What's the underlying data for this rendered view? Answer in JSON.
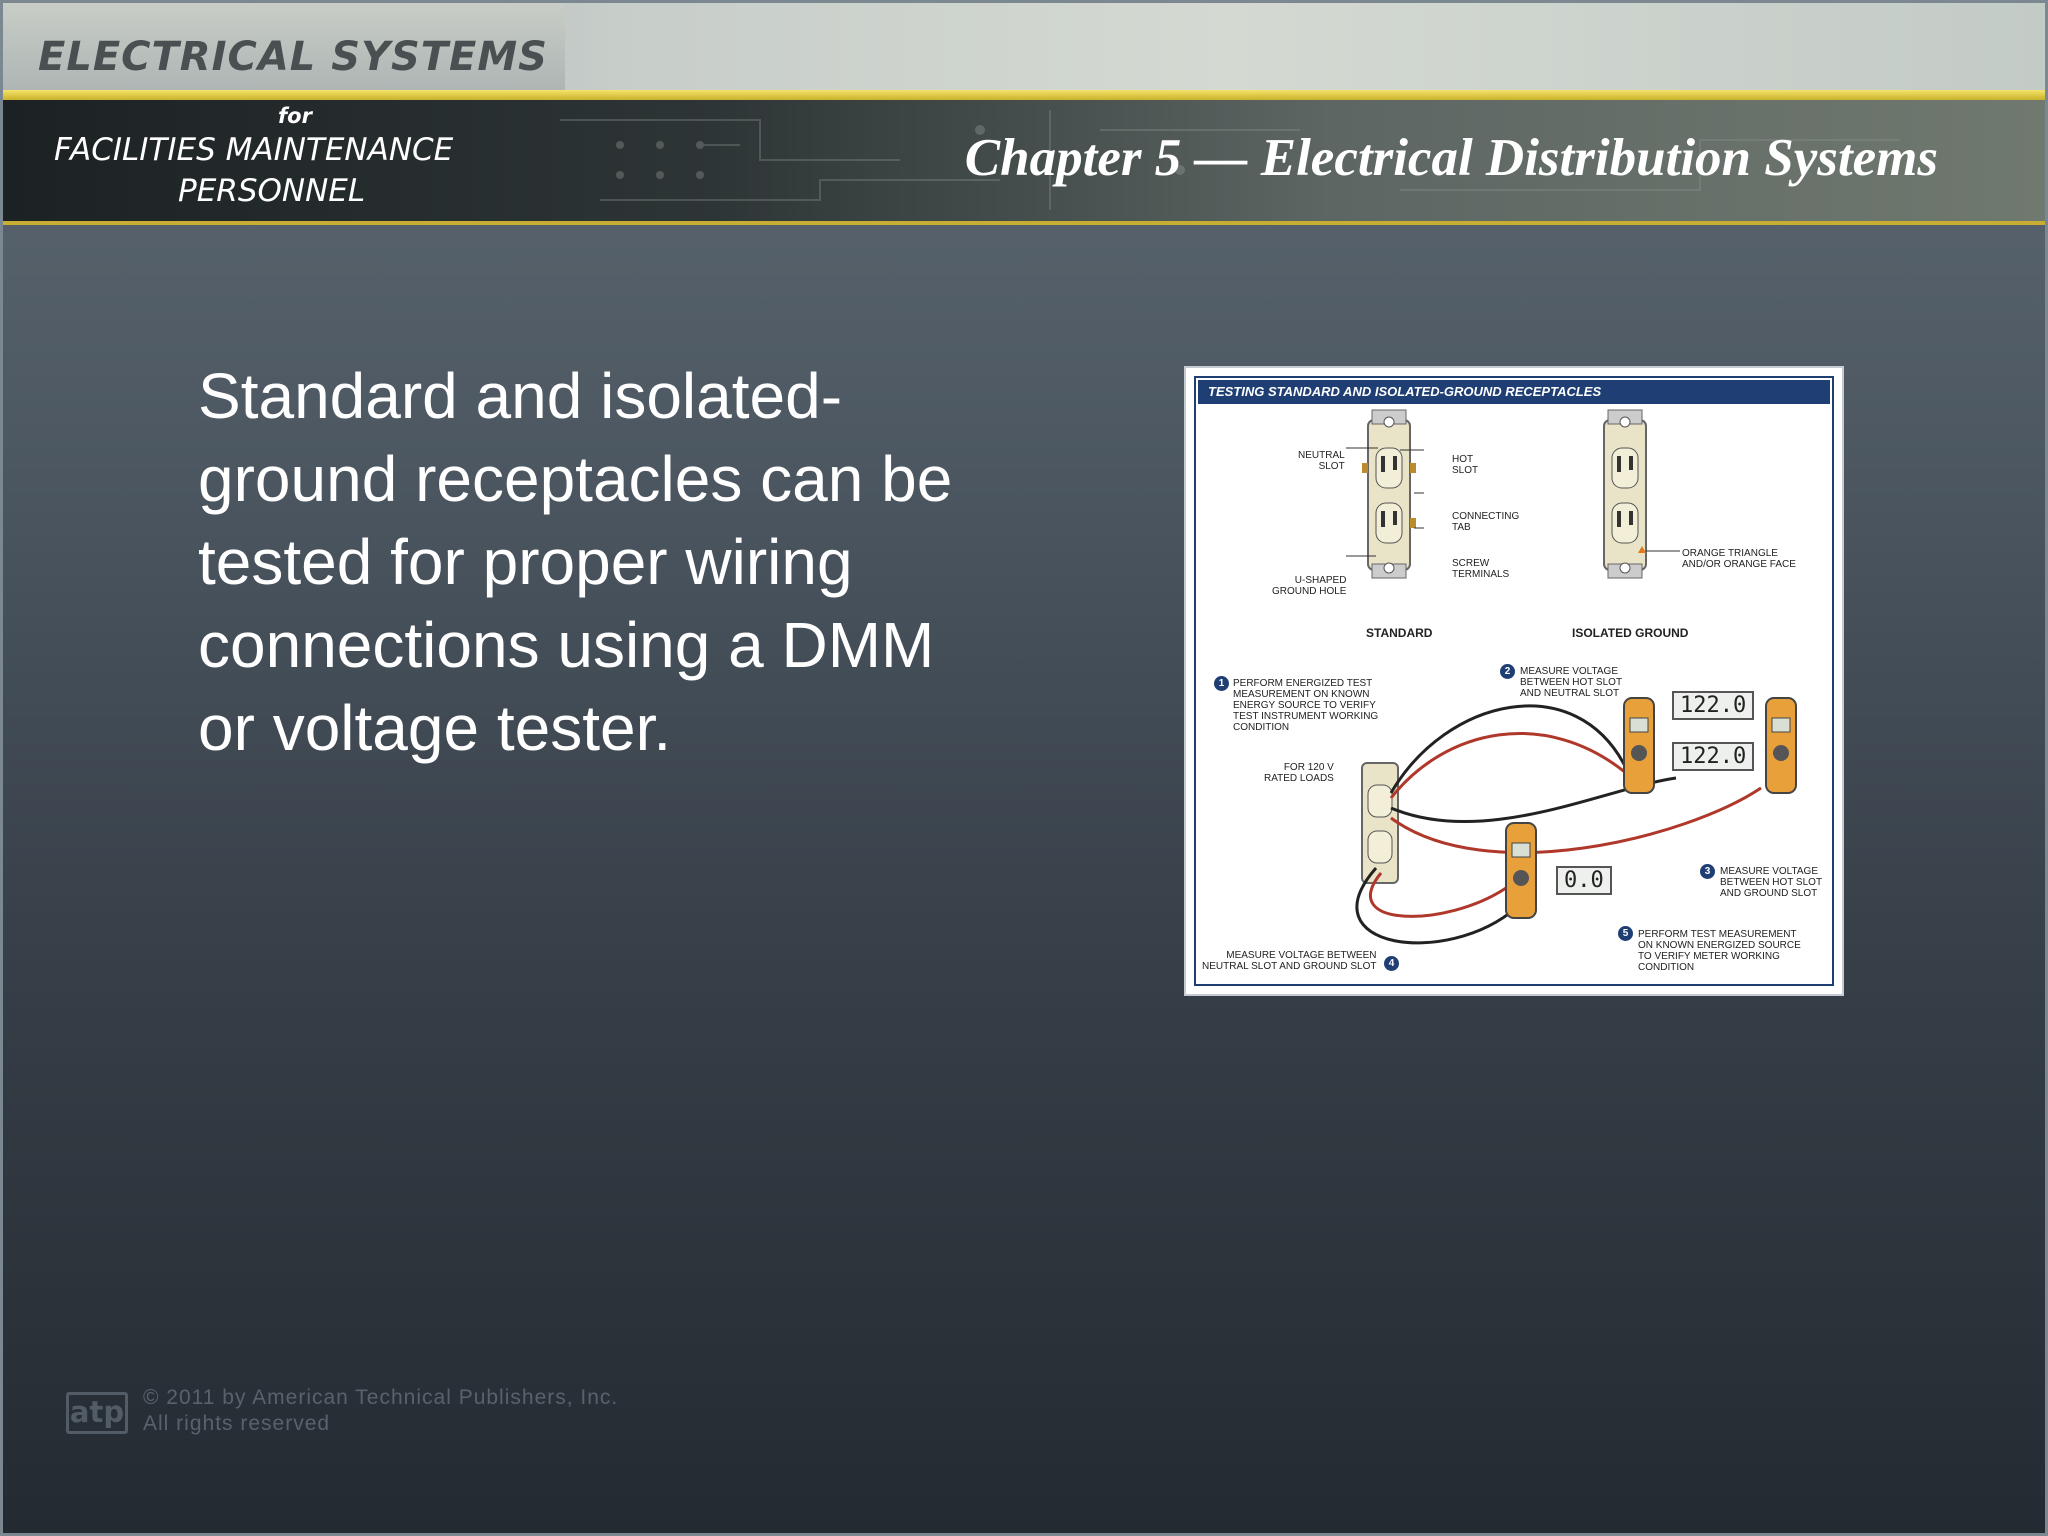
{
  "header": {
    "logo_title": "ELECTRICAL SYSTEMS",
    "logo_for": "for",
    "logo_line2": "FACILITIES MAINTENANCE",
    "logo_line3": "PERSONNEL",
    "chapter_title": "Chapter 5 — Electrical Distribution Systems"
  },
  "main": {
    "body_text": "Standard and isolated-ground receptacles can be tested for proper wiring connections using a DMM or voltage tester."
  },
  "figure": {
    "title": "TESTING STANDARD AND ISOLATED-GROUND RECEPTACLES",
    "labels": {
      "neutral_slot": "NEUTRAL\nSLOT",
      "hot_slot": "HOT\nSLOT",
      "connecting_tab": "CONNECTING\nTAB",
      "screw_terminals": "SCREW\nTERMINALS",
      "u_shaped": "U-SHAPED\nGROUND HOLE",
      "orange_triangle": "ORANGE TRIANGLE\nAND/OR ORANGE FACE",
      "standard": "STANDARD",
      "isolated_ground": "ISOLATED GROUND",
      "step1": "PERFORM ENERGIZED TEST\nMEASUREMENT ON KNOWN\nENERGY SOURCE TO VERIFY\nTEST INSTRUMENT WORKING\nCONDITION",
      "step2": "MEASURE VOLTAGE\nBETWEEN HOT SLOT\nAND NEUTRAL SLOT",
      "step3": "MEASURE VOLTAGE\nBETWEEN HOT SLOT\nAND GROUND SLOT",
      "step4": "MEASURE VOLTAGE BETWEEN\nNEUTRAL SLOT AND GROUND SLOT",
      "step5": "PERFORM TEST MEASUREMENT\nON KNOWN ENERGIZED SOURCE\nTO VERIFY METER WORKING\nCONDITION",
      "for_120v": "FOR 120 V\nRATED LOADS"
    },
    "steps": [
      "1",
      "2",
      "3",
      "4",
      "5"
    ],
    "readouts": [
      "122.0",
      "122.0",
      "0.0"
    ]
  },
  "footer": {
    "atp": "atp",
    "copyright_line1": "© 2011 by American Technical Publishers, Inc.",
    "copyright_line2": "All rights reserved"
  }
}
